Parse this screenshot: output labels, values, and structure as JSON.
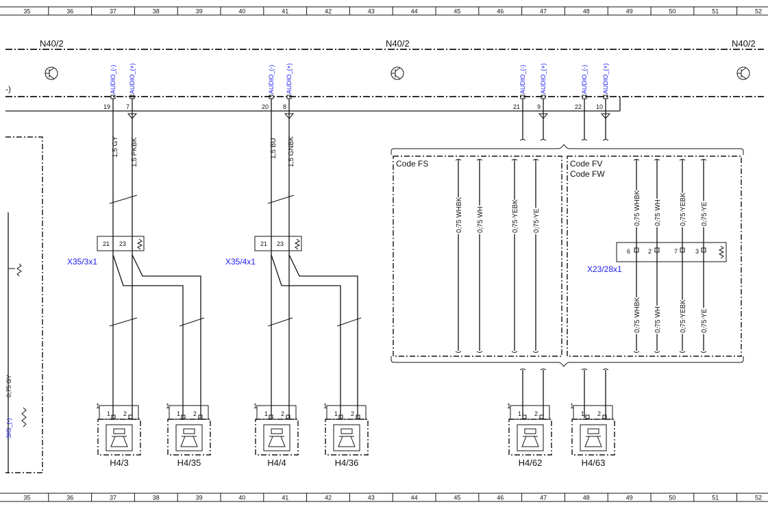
{
  "ruler": {
    "top_numbers": [
      "35",
      "36",
      "37",
      "38",
      "39",
      "40",
      "41",
      "42",
      "43",
      "44",
      "45",
      "46",
      "47",
      "48",
      "49",
      "50",
      "51",
      "52"
    ],
    "bottom_numbers": [
      "35",
      "36",
      "37",
      "38",
      "39",
      "40",
      "41",
      "42",
      "43",
      "44",
      "45",
      "46",
      "47",
      "48",
      "49",
      "50",
      "51",
      "52"
    ]
  },
  "module": {
    "labels": [
      "N40/2",
      "N40/2",
      "N40/2"
    ],
    "bus_left_fragment": "-)",
    "pins": [
      {
        "signal": "AUDIO_(-)",
        "pin": "19"
      },
      {
        "signal": "AUDIO_(+)",
        "pin": "7"
      },
      {
        "signal": "AUDIO_(-)",
        "pin": "20"
      },
      {
        "signal": "AUDIO_(+)",
        "pin": "8"
      },
      {
        "signal": "AUDIO_(-)",
        "pin": "21"
      },
      {
        "signal": "AUDIO_(+)",
        "pin": "9"
      },
      {
        "signal": "AUDIO_(-)",
        "pin": "22"
      },
      {
        "signal": "AUDIO_(+)",
        "pin": "10"
      }
    ]
  },
  "wires": {
    "left_group": [
      "1,5 GY",
      "1,5 PKBK",
      "1,5 BU",
      "1,5 GNBK"
    ],
    "code_fs": [
      "0,75 WHBK",
      "0,75 WH",
      "0,75 YEBK",
      "0,75 YE"
    ],
    "code_fv_upper": [
      "0,75 WHBK",
      "0,75 WH",
      "0,75 YEBK",
      "0,75 YE"
    ],
    "code_fv_lower": [
      "0,75 WHBK",
      "0,75 WH",
      "0,75 YEBK",
      "0,75 YE"
    ],
    "left_edge": "0,75 GY"
  },
  "codes": {
    "fs": "Code FS",
    "fv": "Code FV",
    "fw": "Code FW"
  },
  "connectors": {
    "x35_3": {
      "name": "X35/3x1",
      "pins": [
        "21",
        "23"
      ]
    },
    "x35_4": {
      "name": "X35/4x1",
      "pins": [
        "21",
        "23"
      ]
    },
    "x23_28": {
      "name": "X23/28x1",
      "pins": [
        "6",
        "2",
        "7",
        "3"
      ]
    }
  },
  "speakers": [
    {
      "name": "H4/3",
      "pin_a": "1",
      "pin_b": "2",
      "ref": "1"
    },
    {
      "name": "H4/35",
      "pin_a": "1",
      "pin_b": "2",
      "ref": "1"
    },
    {
      "name": "H4/4",
      "pin_a": "1",
      "pin_b": "2",
      "ref": "1"
    },
    {
      "name": "H4/36",
      "pin_a": "1",
      "pin_b": "2",
      "ref": "1"
    },
    {
      "name": "H4/62",
      "pin_a": "1",
      "pin_b": "2",
      "ref": "1"
    },
    {
      "name": "H4/63",
      "pin_a": "1",
      "pin_b": "2",
      "ref": "1"
    }
  ],
  "left_fragment": {
    "signal": "SIG_(-)"
  }
}
